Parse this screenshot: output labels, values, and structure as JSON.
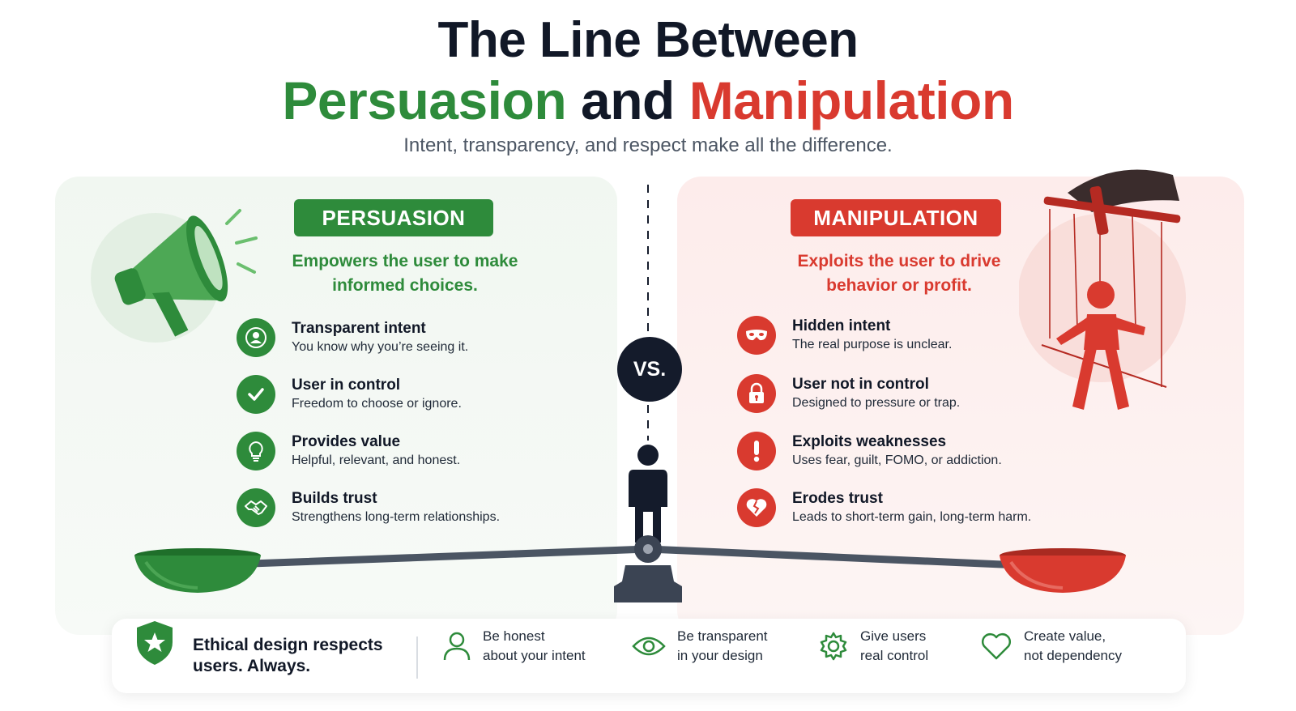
{
  "header": {
    "title_line1": "The Line Between",
    "title_word_green": "Persuasion",
    "title_word_mid": "and",
    "title_word_red": "Manipulation",
    "subtitle": "Intent, transparency, and respect make all the difference."
  },
  "persuasion": {
    "badge": "PERSUASION",
    "tagline_line1": "Empowers the user to make",
    "tagline_line2": "informed choices.",
    "items": [
      {
        "title": "Transparent intent",
        "desc": "You know why you’re seeing it.",
        "icon": "user-icon"
      },
      {
        "title": "User in control",
        "desc": "Freedom to choose or ignore.",
        "icon": "check-icon"
      },
      {
        "title": "Provides value",
        "desc": "Helpful, relevant, and honest.",
        "icon": "lightbulb-icon"
      },
      {
        "title": "Builds trust",
        "desc": "Strengthens long-term relationships.",
        "icon": "handshake-icon"
      }
    ]
  },
  "manipulation": {
    "badge": "MANIPULATION",
    "tagline_line1": "Exploits the user to drive",
    "tagline_line2": "behavior or profit.",
    "items": [
      {
        "title": "Hidden intent",
        "desc": "The real purpose is unclear.",
        "icon": "mask-icon"
      },
      {
        "title": "User not in control",
        "desc": "Designed to pressure or trap.",
        "icon": "lock-icon"
      },
      {
        "title": "Exploits weaknesses",
        "desc": "Uses fear, guilt, FOMO, or addiction.",
        "icon": "exclamation-icon"
      },
      {
        "title": "Erodes trust",
        "desc": "Leads to short-term gain, long-term harm.",
        "icon": "broken-heart-icon"
      }
    ]
  },
  "center": {
    "vs": "VS."
  },
  "footer": {
    "main_line1": "Ethical design respects",
    "main_line2": "users. Always.",
    "principles": [
      {
        "line1": "Be honest",
        "line2": "about your intent",
        "icon": "person-icon"
      },
      {
        "line1": "Be transparent",
        "line2": "in your design",
        "icon": "eye-icon"
      },
      {
        "line1": "Give users",
        "line2": "real control",
        "icon": "gear-icon"
      },
      {
        "line1": "Create value,",
        "line2": "not dependency",
        "icon": "heart-icon"
      }
    ]
  },
  "colors": {
    "green": "#2e8b3b",
    "red": "#d93a2f",
    "dark": "#141b2b"
  }
}
